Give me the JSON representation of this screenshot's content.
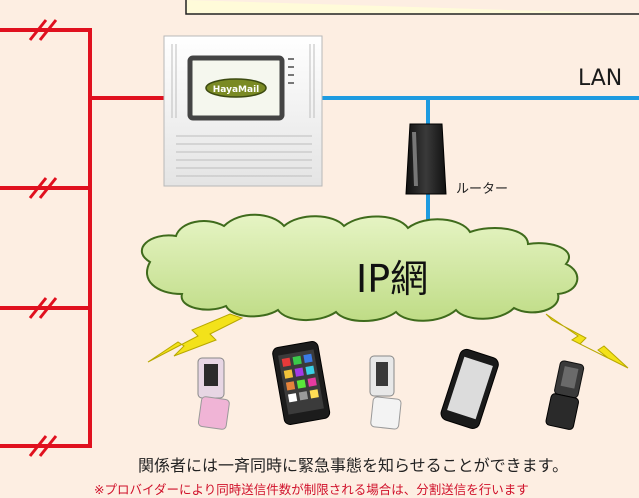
{
  "diagram": {
    "lan_label": "LAN",
    "router_label": "ルーター",
    "cloud_label": "IP網",
    "device_screen_text": "HayaMail",
    "caption": "関係者には一斉同時に緊急事態を知らせることができます。",
    "note": "※プロバイダーにより同時送信件数が制限される場合は、分割送信を行います",
    "phones": [
      "flip-phone-pink",
      "smartphone-dark",
      "flip-phone-silver",
      "smartphone-tilted",
      "flip-phone-dark"
    ]
  },
  "colors": {
    "background": "#fdeee2",
    "phone_line": "#e0101e",
    "lan_line": "#1e9be0",
    "cloud_fill": "#cfe89a",
    "cloud_stroke": "#3f6b1c",
    "lightning": "#f3e21a",
    "note_text": "#d0102a"
  }
}
